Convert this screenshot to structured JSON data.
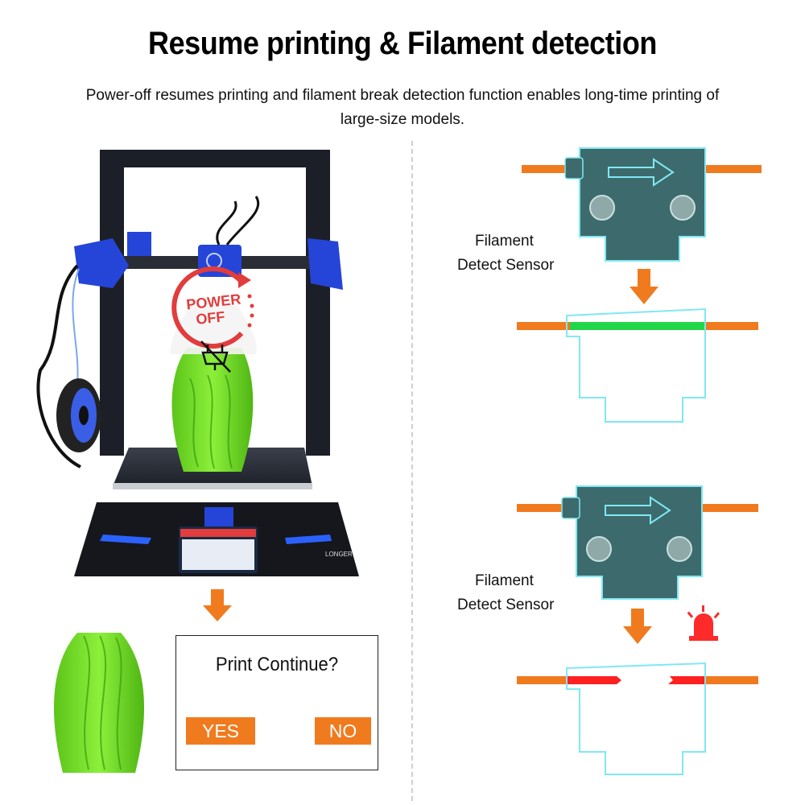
{
  "header": {
    "title": "Resume printing & Filament detection",
    "subtitle": "Power-off resumes printing and filament break detection function enables long-time printing of large-size models."
  },
  "printer": {
    "overlay_line1": "POWER",
    "overlay_line2": "OFF",
    "brand_text": "LONGER"
  },
  "dialog": {
    "title": "Print Continue?",
    "yes_label": "YES",
    "no_label": "NO"
  },
  "sensor_top": {
    "label_line1": "Filament",
    "label_line2": "Detect Sensor"
  },
  "sensor_bottom": {
    "label_line1": "Filament",
    "label_line2": "Detect Sensor"
  },
  "colors": {
    "accent": "#f07a1e",
    "filament_ok": "#22d64a",
    "filament_break": "#ff2020",
    "sensor_body": "#3d6b6d",
    "sensor_outline": "#7fe8f2",
    "vase_green": "#72dc22",
    "printer_frame": "#1c1f27",
    "printer_blue": "#2545d8",
    "alarm_red": "#ff2a2a"
  },
  "icons": [
    "down-arrow-icon",
    "right-arrow-icon",
    "alarm-light-icon",
    "unplug-icon",
    "power-off-ring-icon"
  ]
}
